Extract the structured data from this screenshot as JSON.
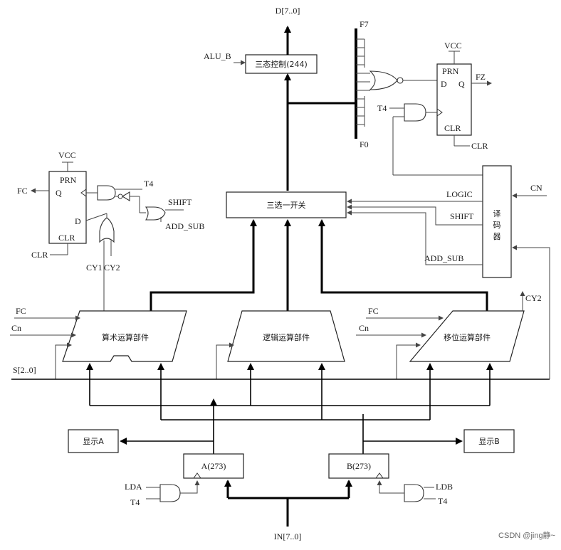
{
  "signals": {
    "d_out": "D[7..0]",
    "alu_b": "ALU_B",
    "f7": "F7",
    "f0": "F0",
    "vcc_left": "VCC",
    "vcc_right": "VCC",
    "prn_left": "PRN",
    "prn_right": "PRN",
    "q_left": "Q",
    "q_right": "Q",
    "d_left": "D",
    "d_right": "D",
    "clr_left_box": "CLR",
    "clr_right_box": "CLR",
    "clr_left_in": "CLR",
    "clr_right_in": "CLR",
    "fz": "FZ",
    "fc_out": "FC",
    "t4_top": "T4",
    "t4_left": "T4",
    "t4_a": "T4",
    "t4_b": "T4",
    "shift_left": "SHIFT",
    "add_sub_left": "ADD_SUB",
    "cy1": "CY1",
    "cy2_left": "CY2",
    "cy2_right": "CY2",
    "logic": "LOGIC",
    "shift_right": "SHIFT",
    "add_sub_right": "ADD_SUB",
    "cn": "CN",
    "fc_in_a": "FC",
    "cn_in_a": "Cn",
    "fc_in_c": "FC",
    "cn_in_c": "Cn",
    "s_bus": "S[2..0]",
    "lda": "LDA",
    "ldb": "LDB",
    "in_bus": "IN[7..0]"
  },
  "blocks": {
    "tristate": "三态控制(244)",
    "mux": "三选一开关",
    "decoder_1": "译",
    "decoder_2": "码",
    "decoder_3": "器",
    "arith": "算术运算部件",
    "logic_unit": "逻辑运算部件",
    "shift_unit": "移位运算部件",
    "display_a": "显示A",
    "display_b": "显示B",
    "reg_a": "A(273)",
    "reg_b": "B(273)"
  },
  "watermark": "CSDN @jing静~"
}
